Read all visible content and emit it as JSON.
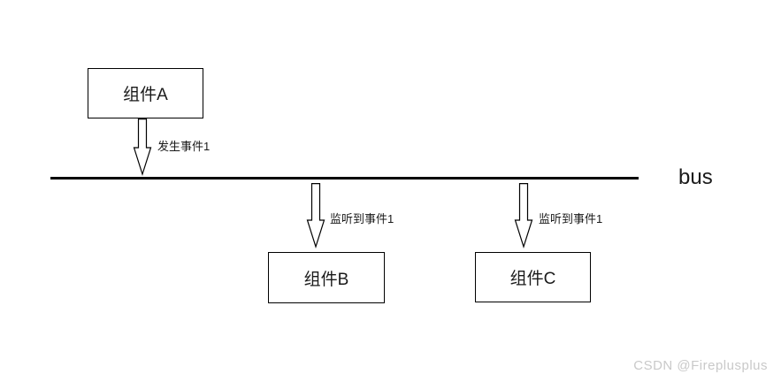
{
  "diagram": {
    "title": "event-bus-pattern",
    "bus_label": "bus",
    "components": [
      {
        "id": "A",
        "label": "组件A"
      },
      {
        "id": "B",
        "label": "组件B"
      },
      {
        "id": "C",
        "label": "组件C"
      }
    ],
    "arrows": [
      {
        "from": "组件A",
        "to": "bus",
        "label": "发生事件1"
      },
      {
        "from": "bus",
        "to": "组件B",
        "label": "监听到事件1"
      },
      {
        "from": "bus",
        "to": "组件C",
        "label": "监听到事件1"
      }
    ],
    "colors": {
      "line": "#000000",
      "box_border": "#000000",
      "background": "#ffffff",
      "text": "#1a1a1a",
      "watermark": "#c9c9c9"
    }
  },
  "watermark": {
    "text": "CSDN @Fireplusplus"
  }
}
